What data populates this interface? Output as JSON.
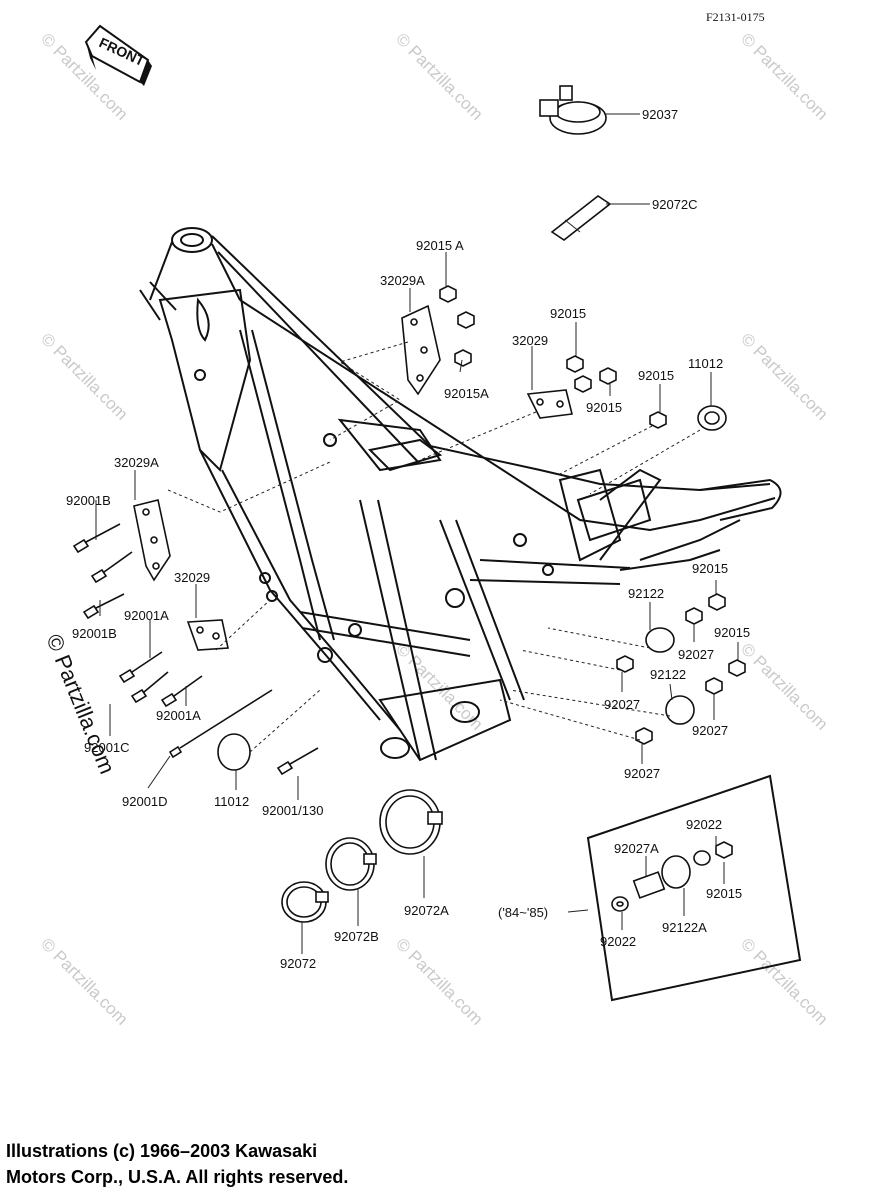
{
  "diagram_code": "F2131-0175",
  "front_label": "FRONT",
  "range_note": "('84~'85)",
  "watermark": "© Partzilla.com",
  "side_watermark": "© Partzilla.com",
  "copyright": {
    "line1": "Illustrations (c) 1966–2003 Kawasaki",
    "line2": "Motors Corp., U.S.A.  All rights reserved."
  },
  "part_numbers": [
    "92037",
    "92072C",
    "92015 A",
    "32029A",
    "92015",
    "32029",
    "92015A",
    "92015",
    "92015",
    "11012",
    "32029A",
    "92001B",
    "32029",
    "92001B",
    "92001A",
    "92001A",
    "92001C",
    "92001D",
    "11012",
    "92001/130",
    "92015",
    "92122",
    "92027",
    "92015",
    "92027",
    "92122",
    "92027",
    "92027",
    "92022",
    "92027A",
    "92015",
    "92022",
    "92122A",
    "92072A",
    "92072B",
    "92072"
  ]
}
